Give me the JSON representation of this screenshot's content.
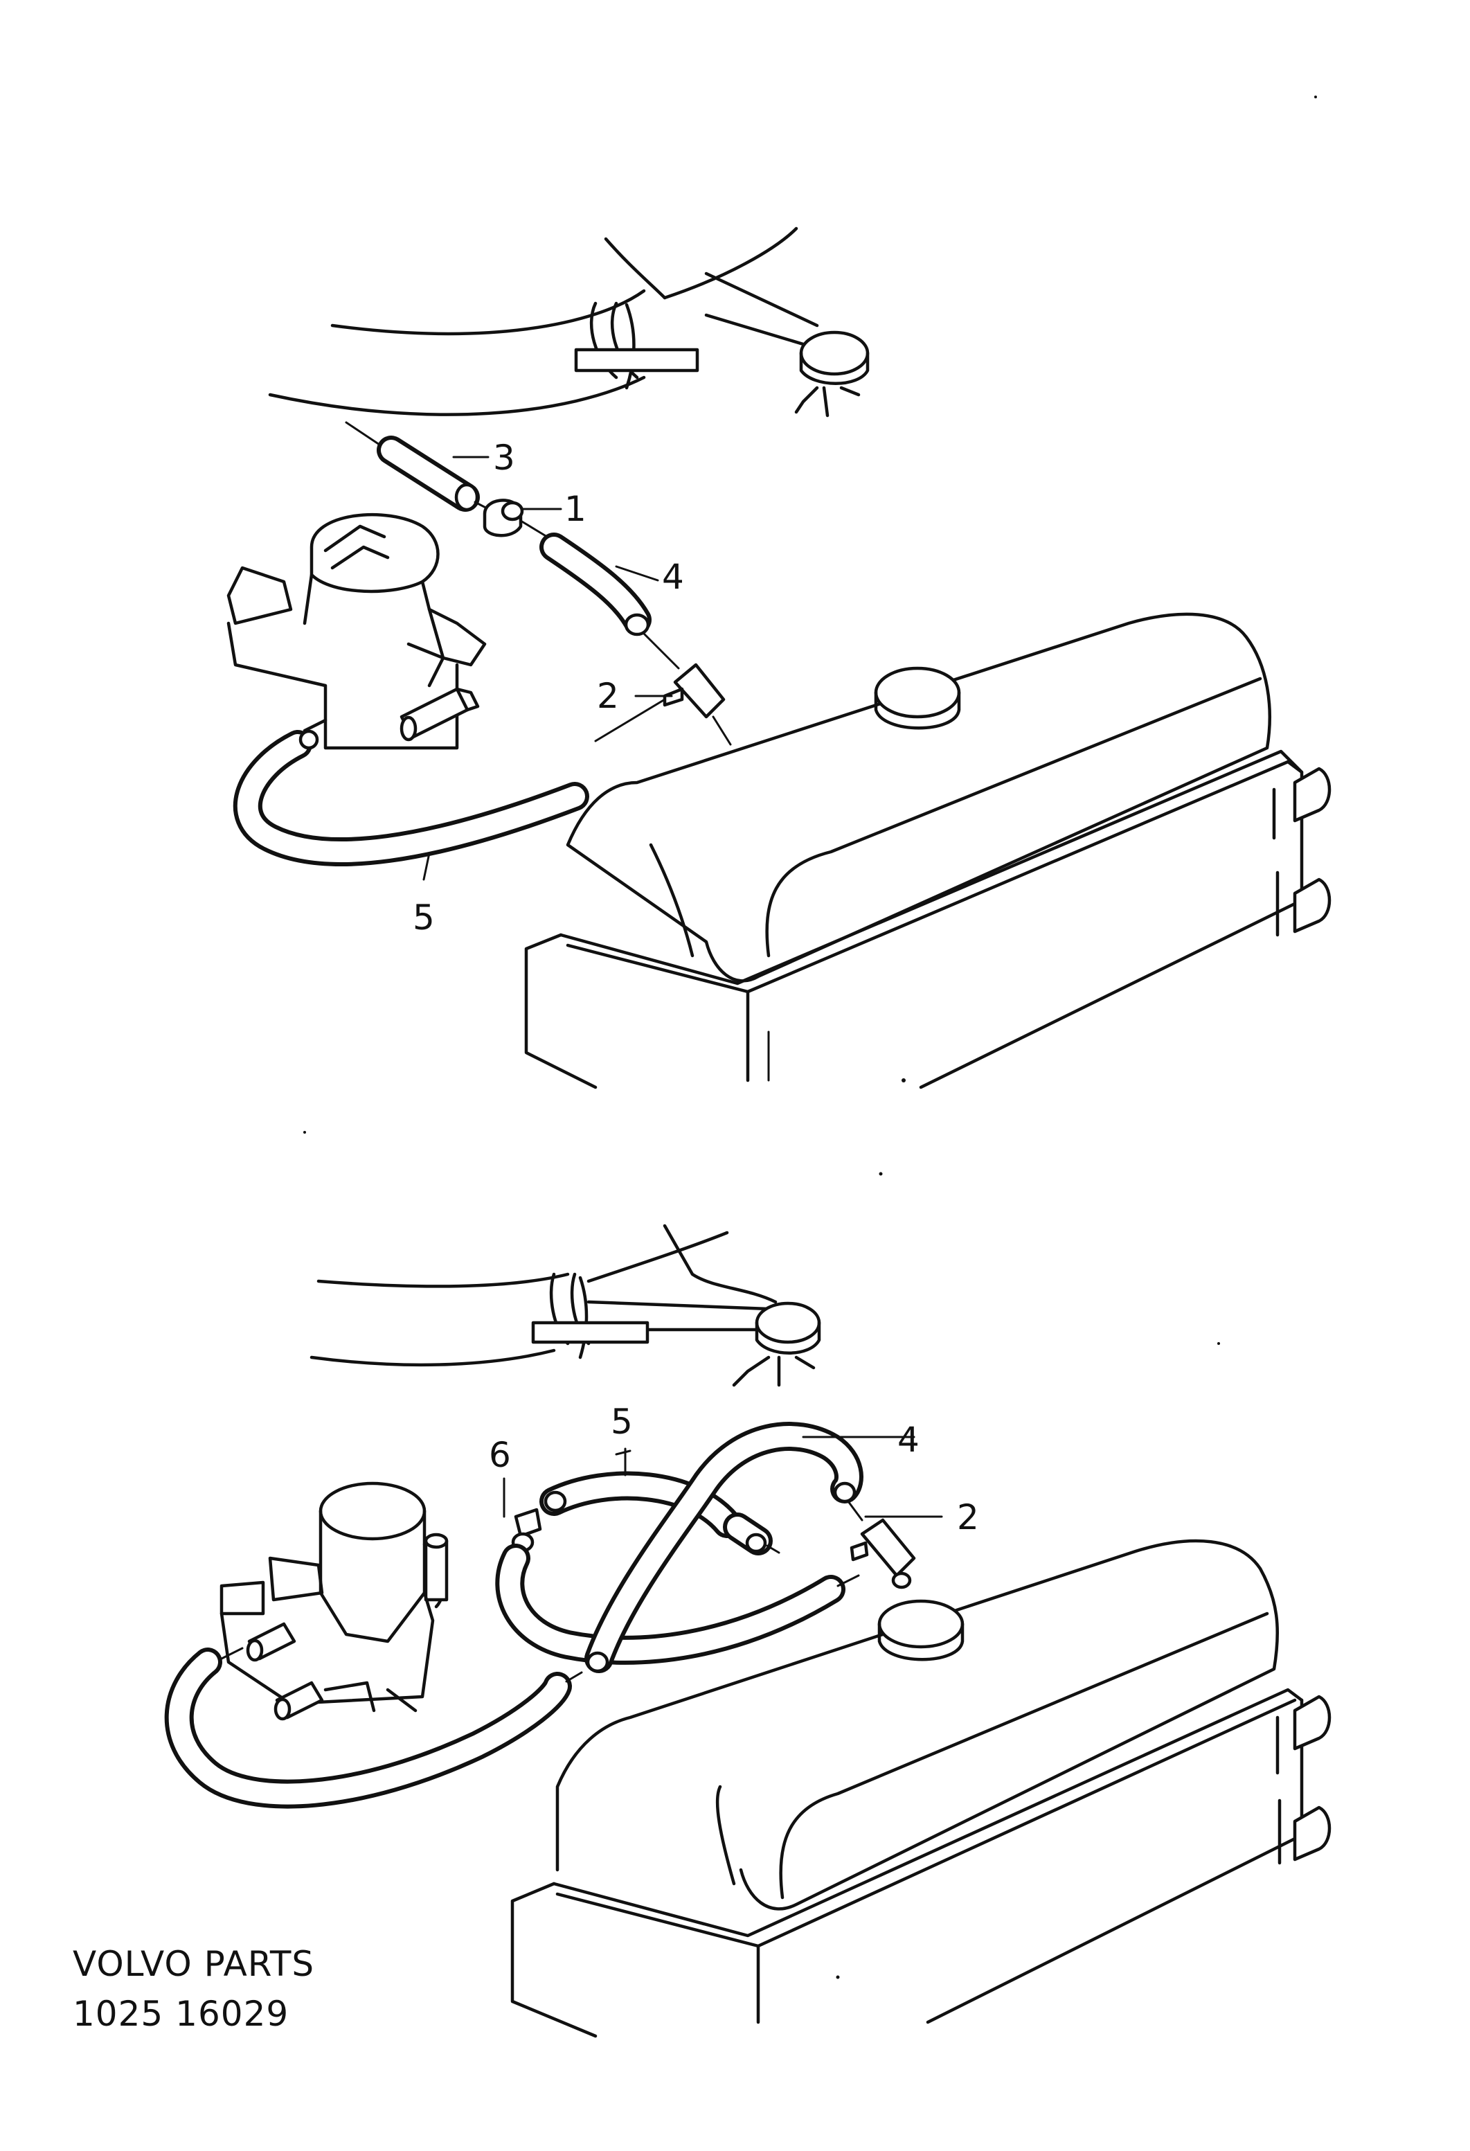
{
  "diagram": {
    "top_callouts": {
      "c1": "1",
      "c2": "2",
      "c3": "3",
      "c4": "4",
      "c5": "5"
    },
    "bottom_callouts": {
      "c2": "2",
      "c4": "4",
      "c5": "5",
      "c6": "6"
    }
  },
  "footer": {
    "brand": "VOLVO PARTS",
    "code": "1025 16029"
  }
}
